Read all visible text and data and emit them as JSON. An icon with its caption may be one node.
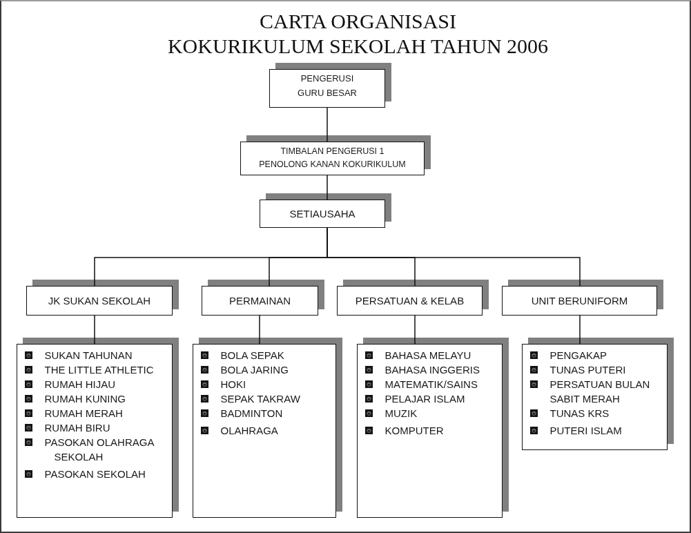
{
  "diagram": {
    "title": "CARTA ORGANISASI KOKURIKULUM SEKOLAH TAHUN 2006",
    "nodes": [
      {
        "text": [
          "PENGERUSI",
          "GURU BESAR"
        ]
      },
      {
        "text": [
          "TIMBALAN PENGERUSI 1",
          "PENOLONG KANAN KOKURIKULUM"
        ]
      },
      {
        "text": [
          "SETIAUSAHA"
        ]
      },
      {
        "text": [
          "JK SUKAN SEKOLAH"
        ]
      },
      {
        "text": [
          "PERMAINAN"
        ]
      },
      {
        "text": [
          "PERSATUAN & KELAB"
        ]
      },
      {
        "text": [
          "UNIT BERUNIFORM"
        ]
      },
      {
        "text": [
          "SUKAN TAHUNAN",
          "THE LITTLE ATHLETIC",
          "RUMAH HIJAU",
          "RUMAH KUNING",
          "RUMAH MERAH",
          "RUMAH BIRU",
          "PASOKAN OLAHRAGA SEKOLAH",
          "PASOKAN SEKOLAH"
        ]
      },
      {
        "text": [
          "BOLA SEPAK",
          "BOLA JARING",
          "HOKI",
          "SEPAK TAKRAW",
          "BADMINTON",
          "OLAHRAGA"
        ]
      },
      {
        "text": [
          "BAHASA MELAYU",
          "BAHASA INGGERIS",
          "MATEMATIK/SAINS",
          "PELAJAR ISLAM",
          "MUZIK",
          "KOMPUTER"
        ]
      },
      {
        "text": [
          "PENGAKAP",
          "TUNAS PUTERI",
          "PERSATUAN BULAN SABIT MERAH",
          "TUNAS KRS",
          "PUTERI ISLAM"
        ]
      }
    ],
    "edges": [
      {
        "from": 0,
        "to": 1,
        "arrow": "none"
      },
      {
        "from": 1,
        "to": 2,
        "arrow": "none"
      },
      {
        "from": 2,
        "to": 3,
        "arrow": "none"
      },
      {
        "from": 2,
        "to": 4,
        "arrow": "none"
      },
      {
        "from": 2,
        "to": 5,
        "arrow": "none"
      },
      {
        "from": 2,
        "to": 6,
        "arrow": "none"
      },
      {
        "from": 3,
        "to": 7,
        "arrow": "none"
      },
      {
        "from": 4,
        "to": 8,
        "arrow": "none"
      },
      {
        "from": 5,
        "to": 9,
        "arrow": "none"
      },
      {
        "from": 6,
        "to": 10,
        "arrow": "none"
      }
    ]
  }
}
